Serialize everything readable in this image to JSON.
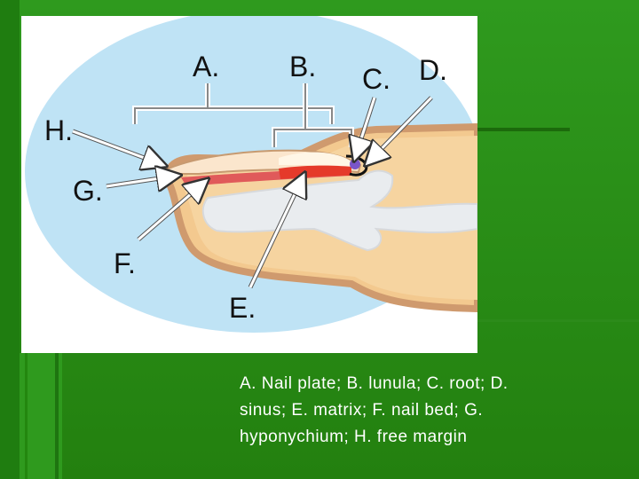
{
  "labels": {
    "a": "A.",
    "b": "B.",
    "c": "C.",
    "d": "D.",
    "e": "E.",
    "f": "F.",
    "g": "G.",
    "h": "H."
  },
  "caption": {
    "line1": "A. Nail plate; B. lunula; C. root; D.",
    "line2": "sinus; E. matrix; F. nail bed; G.",
    "line3": "hyponychium; H. free margin"
  },
  "colors": {
    "background_green": "#2a8f18",
    "oval_blue": "#bfe3f5",
    "skin": "#f3c98f",
    "bone": "#e9ecef",
    "matrix_red": "#e53a2a"
  }
}
